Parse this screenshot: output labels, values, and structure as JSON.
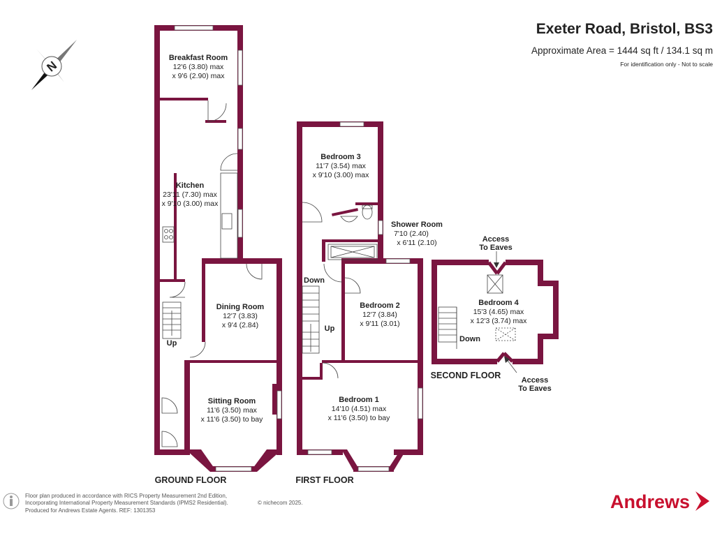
{
  "header": {
    "title": "Exeter Road, Bristol, BS3",
    "area": "Approximate Area = 1444 sq ft / 134.1 sq m",
    "note": "For identification only - Not to scale"
  },
  "compass": {
    "letter": "N"
  },
  "rooms": {
    "breakfast": {
      "name": "Breakfast Room",
      "dim1": "12'6 (3.80) max",
      "dim2": "x 9'6 (2.90) max"
    },
    "kitchen": {
      "name": "Kitchen",
      "dim1": "23'11 (7.30) max",
      "dim2": "x 9'10 (3.00) max"
    },
    "dining": {
      "name": "Dining Room",
      "dim1": "12'7 (3.83)",
      "dim2": "x 9'4 (2.84)"
    },
    "sitting": {
      "name": "Sitting Room",
      "dim1": "11'6 (3.50) max",
      "dim2": "x 11'6 (3.50) to bay"
    },
    "bedroom3": {
      "name": "Bedroom 3",
      "dim1": "11'7 (3.54) max",
      "dim2": "x 9'10 (3.00) max"
    },
    "shower": {
      "name": "Shower Room",
      "dim1": "7'10 (2.40)",
      "dim2": "x 6'11 (2.10)"
    },
    "bedroom2": {
      "name": "Bedroom 2",
      "dim1": "12'7 (3.84)",
      "dim2": "x 9'11 (3.01)"
    },
    "bedroom1": {
      "name": "Bedroom 1",
      "dim1": "14'10 (4.51) max",
      "dim2": "x 11'6 (3.50) to bay"
    },
    "bedroom4": {
      "name": "Bedroom 4",
      "dim1": "15'3 (4.65) max",
      "dim2": "x 12'3 (3.74) max"
    }
  },
  "stairs": {
    "ground_up": "Up",
    "first_down": "Down",
    "first_up": "Up",
    "second_down": "Down"
  },
  "eaves": {
    "top_line1": "Access",
    "top_line2": "To Eaves",
    "bottom_line1": "Access",
    "bottom_line2": "To Eaves"
  },
  "floors": {
    "ground": "GROUND FLOOR",
    "first": "FIRST FLOOR",
    "second": "SECOND FLOOR"
  },
  "footer": {
    "line1": "Floor plan produced in accordance with RICS Property Measurement 2nd Edition,",
    "line2": "Incorporating International Property Measurement Standards (IPMS2 Residential).",
    "copyright": "© nichecom 2025.",
    "line3": "Produced for Andrews Estate Agents.   REF: 1301353"
  },
  "logo": {
    "text": "Andrews",
    "color": "#c8102e"
  },
  "colors": {
    "wall": "#7a1540",
    "brand": "#c8102e"
  }
}
